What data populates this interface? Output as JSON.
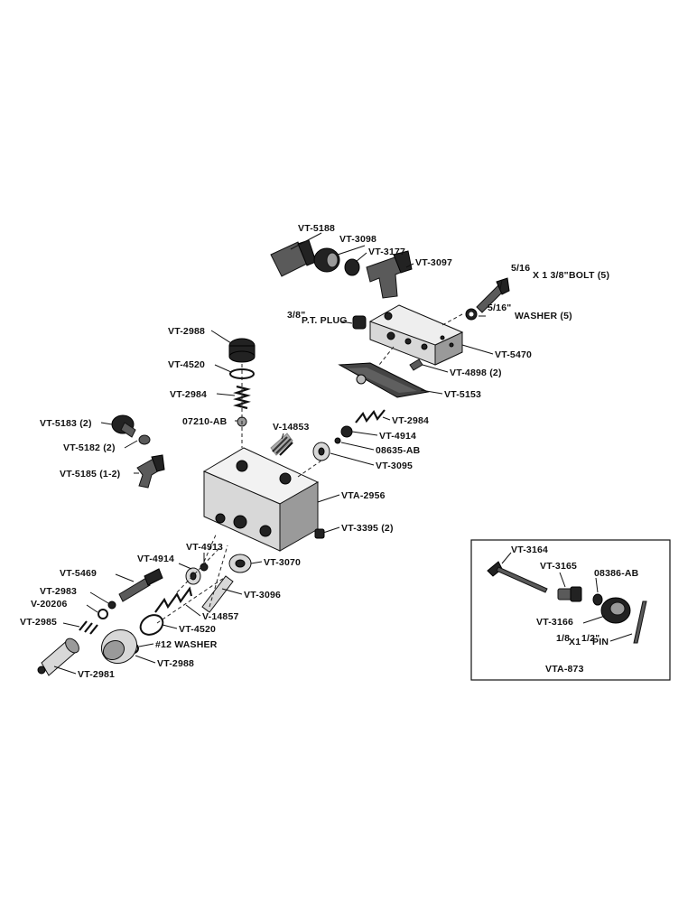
{
  "parts": {
    "vt5188": "VT-5188",
    "vt3098": "VT-3098",
    "vt3177": "VT-3177",
    "vt3097": "VT-3097",
    "bolt_frac": "5/16",
    "bolt_size": "X 1 3/8\"",
    "bolt_rest": "BOLT (5)",
    "washer_frac": "5/16\"",
    "washer_rest": "WASHER (5)",
    "plug_frac": "3/8\"",
    "plug_rest": "P.T. PLUG",
    "vt5470": "VT-5470",
    "vt2988_top": "VT-2988",
    "vt4898": "VT-4898 (2)",
    "vt4520_top": "VT-4520",
    "vt5153": "VT-5153",
    "vt2984_left": "VT-2984",
    "vt2984_right": "VT-2984",
    "p07210": "07210-AB",
    "v14853": "V-14853",
    "vt4914_right": "VT-4914",
    "vt5183": "VT-5183 (2)",
    "p08635": "08635-AB",
    "vt5182": "VT-5182 (2)",
    "vt3095": "VT-3095",
    "vt5185": "VT-5185 (1-2)",
    "vta2956": "VTA-2956",
    "vt3395": "VT-3395 (2)",
    "vt4913": "VT-4913",
    "vt4914_left": "VT-4914",
    "vt3070": "VT-3070",
    "vt5469": "VT-5469",
    "vt2983": "VT-2983",
    "vt3096": "VT-3096",
    "v20206": "V-20206",
    "v14857": "V-14857",
    "vt2985": "VT-2985",
    "vt4520_bottom": "VT-4520",
    "washer12": "#12 WASHER",
    "vt2981": "VT-2981",
    "vt2988_bottom": "VT-2988"
  },
  "inset": {
    "vt3164": "VT-3164",
    "vt3165": "VT-3165",
    "p08386": "08386-AB",
    "vt3166": "VT-3166",
    "pin_a": "1/8",
    "pin_b": "X1",
    "pin_c": "1/2\"",
    "pin_rest": "PIN",
    "title": "VTA-873"
  }
}
